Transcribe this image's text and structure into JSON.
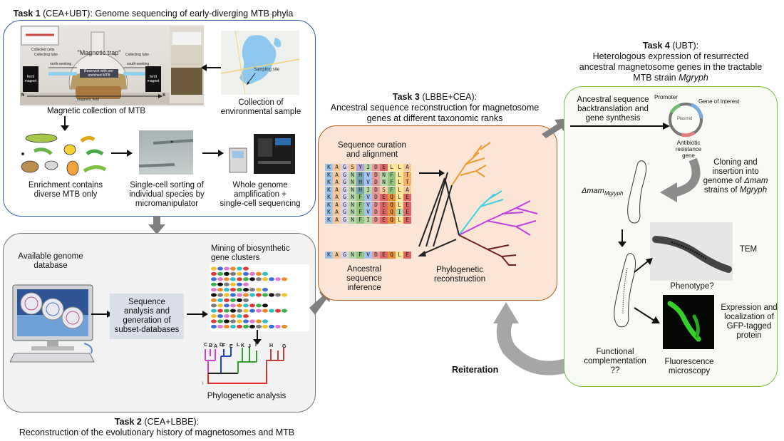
{
  "task1": {
    "title_bold": "Task 1",
    "title_rest": " (CEA+UBT): Genome sequencing of early-diverging MTB phyla",
    "photo_labels": {
      "magnetic_trap": "\"Magnetic trap\"",
      "collected_cells": "Collected cells",
      "collecting_tube_left": "Collecting tube",
      "collecting_tube_right": "Collecting tube",
      "north_seeking": "north-seeking",
      "south_seeking": "south-seeking",
      "reservoir": "Reservoir with pre-enriched MTB",
      "magnetic_field": "magnetic field",
      "ferrit_magnet_left": "ferrit magnet",
      "ferrit_magnet_right": "ferrit magnet",
      "pole_n": "N",
      "pole_s": "S",
      "sampling_site": "Sampling site"
    },
    "magnetic_collection": "Magnetic collection of MTB",
    "environmental_sample": [
      "Collection of",
      "environmental sample"
    ],
    "enrichment": [
      "Enrichment contains",
      "diverse MTB only"
    ],
    "single_cell_sorting": [
      "Single-cell sorting of",
      "individual species by",
      "micromanipulator"
    ],
    "whole_genome": [
      "Whole genome",
      "amplification +",
      "single-cell sequencing"
    ]
  },
  "task2": {
    "title_bold": "Task 2",
    "title_rest": " (CEA+LBBE):",
    "subtitle": "Reconstruction of the evolutionary history of magnetosomes and MTB",
    "available_genome": [
      "Available genome",
      "database"
    ],
    "sequence_analysis": [
      "Sequence",
      "analysis and",
      "generation of",
      "subset-databases"
    ],
    "mining": [
      "Mining of biosynthetic",
      "gene clusters"
    ],
    "phylogenetic_analysis": "Phylogenetic analysis",
    "tree_tip_labels": [
      "C",
      "B",
      "A",
      "D",
      "F",
      "E",
      "L",
      "K",
      "J",
      "I",
      "H",
      "G"
    ]
  },
  "task3": {
    "title_bold": "Task 3",
    "title_rest": " (LBBE+CEA):",
    "subtitle": [
      "Ancestral sequence reconstruction for magnetosome",
      "genes at different taxonomic ranks"
    ],
    "curation": [
      "Sequence curation",
      "and alignment"
    ],
    "alignment_rows": [
      "KAGSYIDELLA",
      "KAGNHVDNFLT",
      "KAGNHVDNFLT",
      "KAGNHIDSFLA",
      "KAGNFVDEQLE",
      "KAGNFVDEQLE",
      "KAGNFVDEQIE",
      "KAGNFIDEQLE"
    ],
    "ancestral_sequence": "KAGNFVDEQLE",
    "ancestral_inference": [
      "Ancestral",
      "sequence",
      "inference"
    ],
    "phylogenetic_reconstruction": [
      "Phylogenetic",
      "reconstruction"
    ]
  },
  "task4": {
    "title_bold": "Task 4",
    "title_rest": " (UBT):",
    "subtitle": [
      "Heterologous expression of resurrected",
      "ancestral magnetosome genes in the tractable"
    ],
    "subtitle_line3_prefix": "MTB strain ",
    "subtitle_line3_italic": "Mgryph",
    "ancestral_backtranslation": [
      "Ancestral sequence",
      "backtranslation and",
      "gene synthesis"
    ],
    "plasmid_promoter": "Promoter",
    "plasmid_goi": "Gene of Interest",
    "plasmid_center": "Plasmid",
    "plasmid_antibiotic": [
      "Antibiotic",
      "resistance",
      "gene"
    ],
    "cloning": [
      "Cloning and",
      "insertion into"
    ],
    "cloning_line3_prefix": "genome of ",
    "cloning_line3_italic": "Δmam",
    "cloning_line4_prefix": "strains of ",
    "cloning_line4_italic": "Mgryph",
    "mutant_label": "Δmam",
    "mutant_sub": "Mgryph",
    "tem": "TEM",
    "phenotype": "Phenotype?",
    "expression": [
      "Expression and",
      "localization of",
      "GFP-tagged",
      "protein"
    ],
    "functional": [
      "Functional",
      "complementation",
      "??"
    ],
    "fluorescence": [
      "Fluorescence",
      "microscopy"
    ]
  },
  "reiteration": "Reiteration",
  "colors": {
    "task1_border": "#2f5bab",
    "task2_border": "#777777",
    "task3_border": "#b85a1c",
    "task4_border": "#7cc142",
    "arrow_gray": "#808080",
    "seq_box": "#d9dee8"
  }
}
